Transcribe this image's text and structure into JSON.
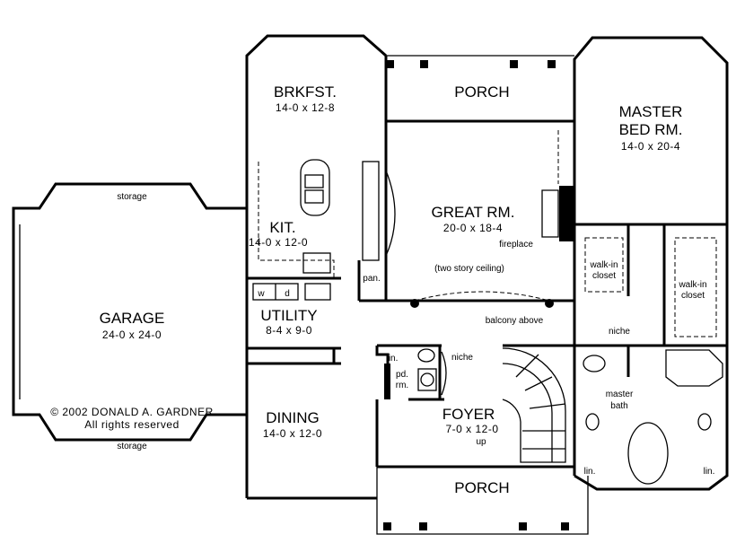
{
  "rooms": {
    "brkfst": {
      "name": "BRKFST.",
      "dim": "14-0 x 12-8"
    },
    "porch_top": {
      "name": "PORCH"
    },
    "master": {
      "name1": "MASTER",
      "name2": "BED RM.",
      "dim": "14-0 x 20-4"
    },
    "kit": {
      "name": "KIT.",
      "dim": "14-0 x 12-0"
    },
    "great": {
      "name": "GREAT RM.",
      "dim": "20-0 x 18-4",
      "note": "(two story ceiling)",
      "fireplace": "fireplace"
    },
    "utility": {
      "name": "UTILITY",
      "dim": "8-4 x 9-0",
      "w": "w",
      "d": "d"
    },
    "garage": {
      "name": "GARAGE",
      "dim": "24-0 x 24-0",
      "storage_top": "storage",
      "storage_bottom": "storage"
    },
    "dining": {
      "name": "DINING",
      "dim": "14-0 x 12-0"
    },
    "foyer": {
      "name": "FOYER",
      "dim": "7-0 x 12-0",
      "up": "up"
    },
    "porch_bottom": {
      "name": "PORCH"
    },
    "pan": "pan.",
    "lin": "lin.",
    "pd_rm": {
      "l1": "pd.",
      "l2": "rm."
    },
    "niche_pd": "niche",
    "niche_master": "niche",
    "balcony": "balcony above",
    "walkin1": {
      "l1": "walk-in",
      "l2": "closet"
    },
    "walkin2": {
      "l1": "walk-in",
      "l2": "closet"
    },
    "master_bath": {
      "l1": "master",
      "l2": "bath"
    },
    "lin_left": "lin.",
    "lin_right": "lin."
  },
  "copyright": {
    "line1": "© 2002 DONALD A. GARDNER",
    "line2": "All rights reserved"
  }
}
